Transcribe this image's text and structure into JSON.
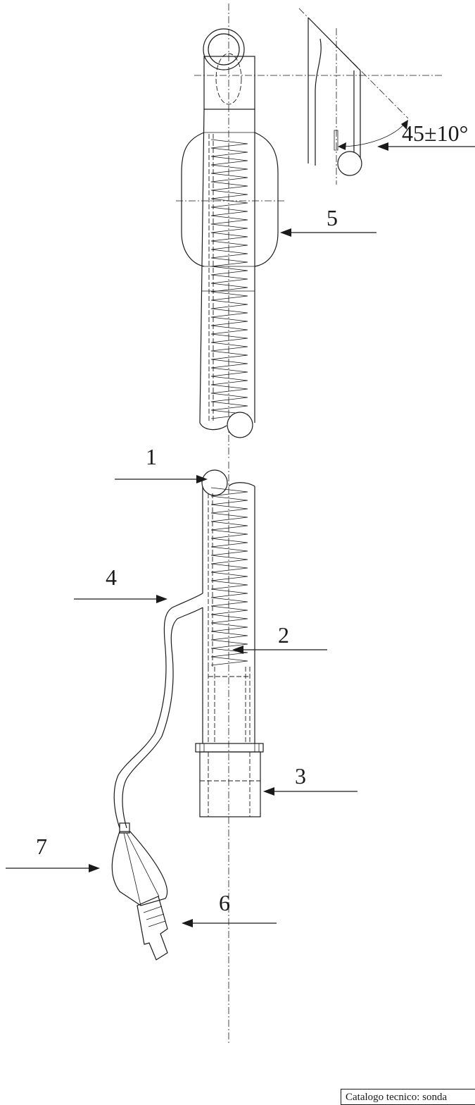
{
  "callouts": [
    {
      "id": "1",
      "label": "1"
    },
    {
      "id": "2",
      "label": "2"
    },
    {
      "id": "3",
      "label": "3"
    },
    {
      "id": "4",
      "label": "4"
    },
    {
      "id": "5",
      "label": "5"
    },
    {
      "id": "6",
      "label": "6"
    },
    {
      "id": "7",
      "label": "7"
    }
  ],
  "angle_annotation": "45±10°",
  "caption": "Catalogo tecnico: sonda"
}
